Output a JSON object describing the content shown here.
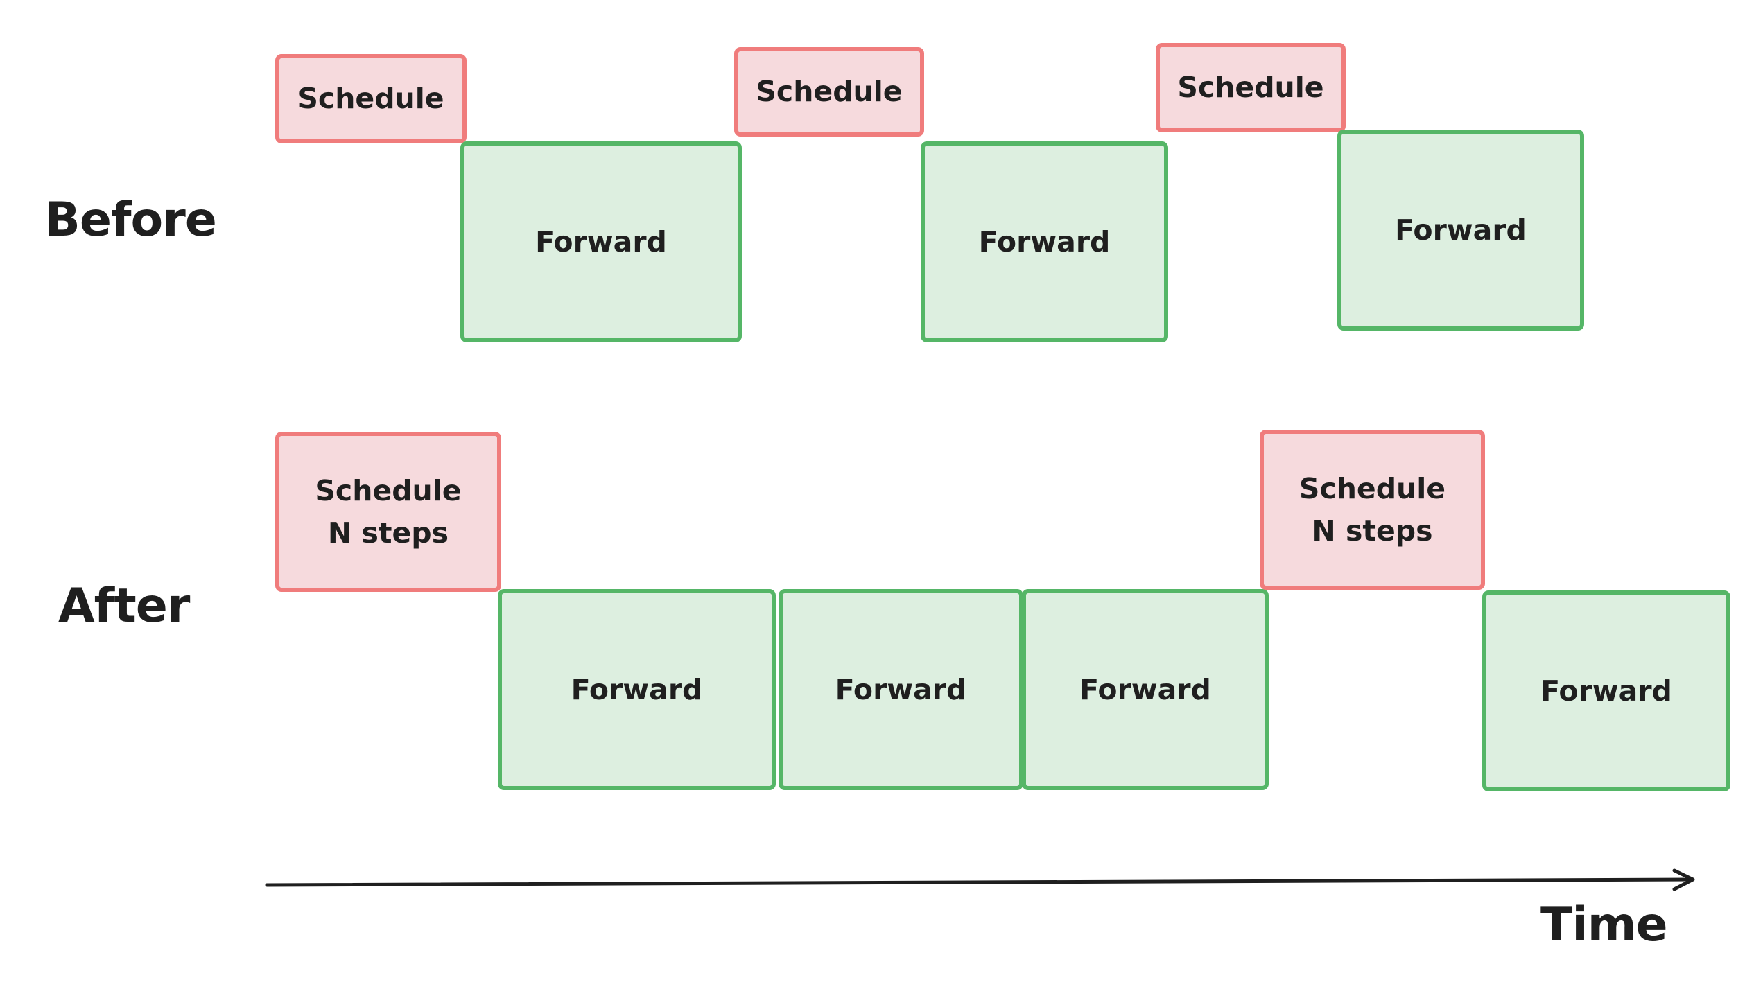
{
  "colors": {
    "schedule_fill": "#f6dadd",
    "schedule_stroke": "#f07c7c",
    "forward_fill": "#ddefe0",
    "forward_stroke": "#55b667",
    "text": "#1f1f1f"
  },
  "before": {
    "label": "Before",
    "blocks": [
      {
        "kind": "schedule",
        "text": "Schedule"
      },
      {
        "kind": "forward",
        "text": "Forward"
      },
      {
        "kind": "schedule",
        "text": "Schedule"
      },
      {
        "kind": "forward",
        "text": "Forward"
      },
      {
        "kind": "schedule",
        "text": "Schedule"
      },
      {
        "kind": "forward",
        "text": "Forward"
      }
    ]
  },
  "after": {
    "label": "After",
    "blocks": [
      {
        "kind": "schedule",
        "text": "Schedule\nN steps"
      },
      {
        "kind": "forward",
        "text": "Forward"
      },
      {
        "kind": "forward",
        "text": "Forward"
      },
      {
        "kind": "forward",
        "text": "Forward"
      },
      {
        "kind": "schedule",
        "text": "Schedule\nN steps"
      },
      {
        "kind": "forward",
        "text": "Forward"
      }
    ]
  },
  "axis": {
    "label": "Time"
  }
}
